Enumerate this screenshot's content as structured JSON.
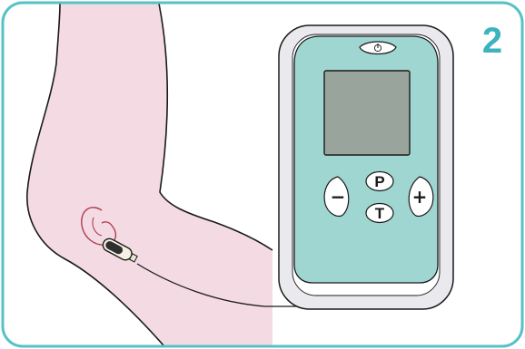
{
  "step": {
    "number": "2"
  },
  "device": {
    "buttons": {
      "power_icon": "power-icon",
      "program_label": "P",
      "time_label": "T",
      "minus_label": "−",
      "plus_label": "+"
    }
  },
  "colors": {
    "frame_border": "#56c2c7",
    "step_number": "#3cb3bd",
    "skin": "#f4dbe3",
    "outline": "#1a1a1a",
    "device_shell": "#eaeaee",
    "device_panel": "#9fd6d2",
    "screen": "#99a49c"
  }
}
